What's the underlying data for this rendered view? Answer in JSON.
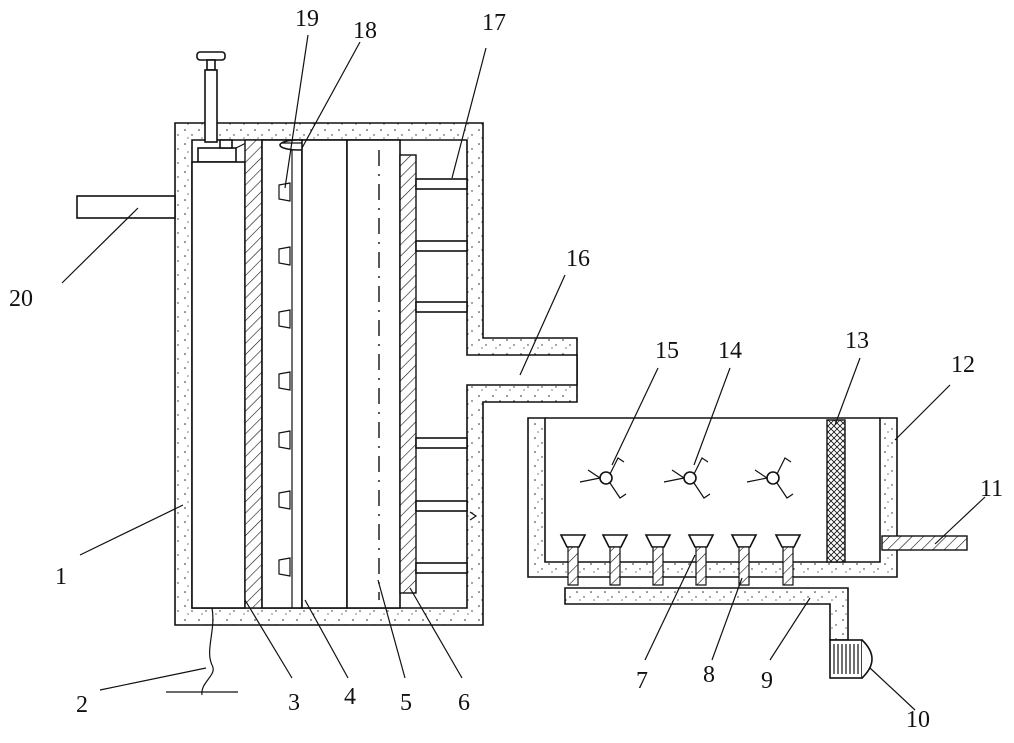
{
  "labels": [
    "1",
    "2",
    "3",
    "4",
    "5",
    "6",
    "7",
    "8",
    "9",
    "10",
    "11",
    "12",
    "13",
    "14",
    "15",
    "16",
    "17",
    "18",
    "19",
    "20"
  ],
  "colors": {
    "line": "#111111",
    "background": "#ffffff"
  }
}
